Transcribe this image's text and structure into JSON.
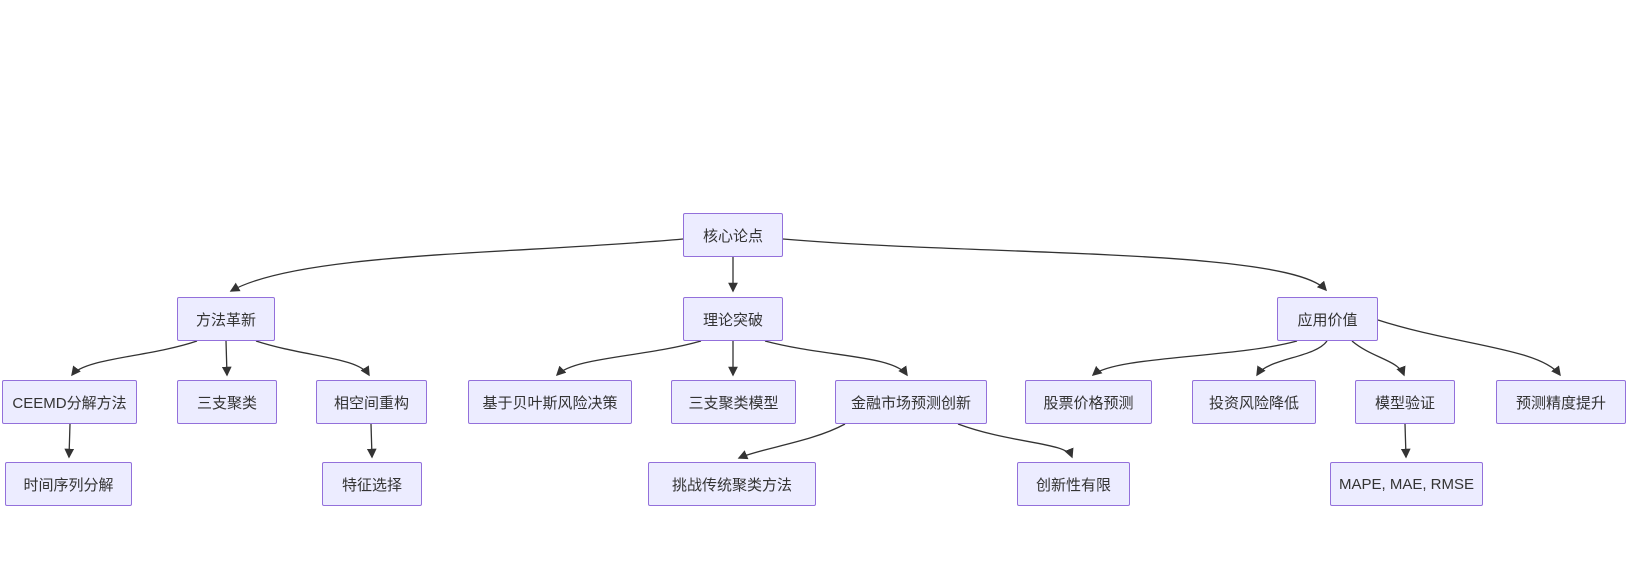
{
  "diagram": {
    "type": "flowchart-mindmap",
    "direction": "top-down",
    "colors": {
      "background": "#ffffff",
      "node_fill": "#ECECFF",
      "node_border": "#9370DB",
      "edge": "#333333",
      "text": "#333333"
    },
    "nodes": [
      {
        "id": "core-thesis",
        "label": "核心论点",
        "level": 1
      },
      {
        "id": "method-innovation",
        "label": "方法革新",
        "level": 2
      },
      {
        "id": "theory-breakthrough",
        "label": "理论突破",
        "level": 2
      },
      {
        "id": "application-value",
        "label": "应用价值",
        "level": 2
      },
      {
        "id": "ceemd-decomposition",
        "label": "CEEMD分解方法",
        "level": 3
      },
      {
        "id": "three-way-clustering",
        "label": "三支聚类",
        "level": 3
      },
      {
        "id": "phase-space-reconstruction",
        "label": "相空间重构",
        "level": 3
      },
      {
        "id": "bayesian-risk-decision",
        "label": "基于贝叶斯风险决策",
        "level": 3
      },
      {
        "id": "three-way-clustering-model",
        "label": "三支聚类模型",
        "level": 3
      },
      {
        "id": "financial-market-prediction-innovation",
        "label": "金融市场预测创新",
        "level": 3
      },
      {
        "id": "stock-price-prediction",
        "label": "股票价格预测",
        "level": 3
      },
      {
        "id": "investment-risk-reduction",
        "label": "投资风险降低",
        "level": 3
      },
      {
        "id": "model-validation",
        "label": "模型验证",
        "level": 3
      },
      {
        "id": "prediction-accuracy-improvement",
        "label": "预测精度提升",
        "level": 3
      },
      {
        "id": "time-series-decomposition",
        "label": "时间序列分解",
        "level": 4
      },
      {
        "id": "feature-selection",
        "label": "特征选择",
        "level": 4
      },
      {
        "id": "challenge-traditional-clustering",
        "label": "挑战传统聚类方法",
        "level": 4
      },
      {
        "id": "limited-innovation",
        "label": "创新性有限",
        "level": 4
      },
      {
        "id": "evaluation-metrics",
        "label": "MAPE, MAE, RMSE",
        "level": 4
      }
    ],
    "edges": [
      {
        "from": "core-thesis",
        "to": "method-innovation"
      },
      {
        "from": "core-thesis",
        "to": "theory-breakthrough"
      },
      {
        "from": "core-thesis",
        "to": "application-value"
      },
      {
        "from": "method-innovation",
        "to": "ceemd-decomposition"
      },
      {
        "from": "method-innovation",
        "to": "three-way-clustering"
      },
      {
        "from": "method-innovation",
        "to": "phase-space-reconstruction"
      },
      {
        "from": "theory-breakthrough",
        "to": "bayesian-risk-decision"
      },
      {
        "from": "theory-breakthrough",
        "to": "three-way-clustering-model"
      },
      {
        "from": "theory-breakthrough",
        "to": "financial-market-prediction-innovation"
      },
      {
        "from": "application-value",
        "to": "stock-price-prediction"
      },
      {
        "from": "application-value",
        "to": "investment-risk-reduction"
      },
      {
        "from": "application-value",
        "to": "model-validation"
      },
      {
        "from": "application-value",
        "to": "prediction-accuracy-improvement"
      },
      {
        "from": "ceemd-decomposition",
        "to": "time-series-decomposition"
      },
      {
        "from": "phase-space-reconstruction",
        "to": "feature-selection"
      },
      {
        "from": "financial-market-prediction-innovation",
        "to": "challenge-traditional-clustering"
      },
      {
        "from": "financial-market-prediction-innovation",
        "to": "limited-innovation"
      },
      {
        "from": "model-validation",
        "to": "evaluation-metrics"
      }
    ]
  }
}
